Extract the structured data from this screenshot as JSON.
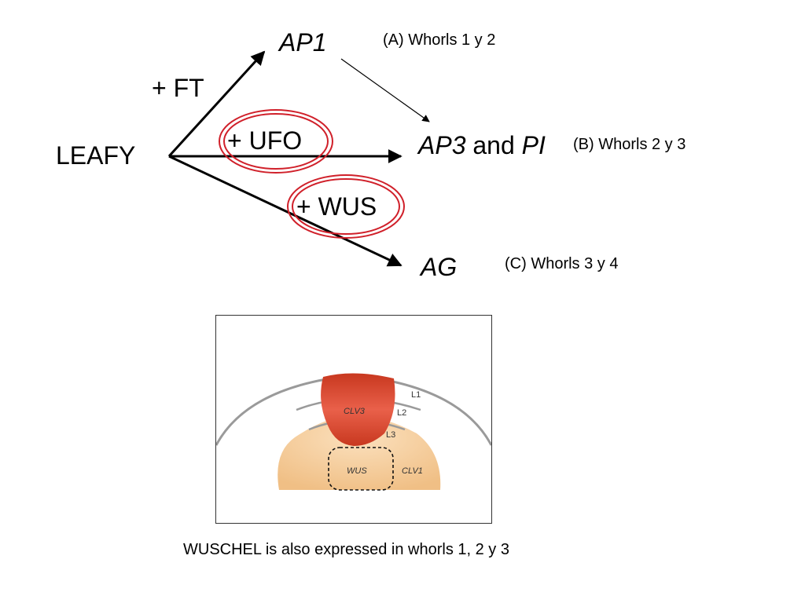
{
  "nodes": {
    "leafy": "LEAFY",
    "ap1": "AP1",
    "ap3": "AP3",
    "and": "and",
    "pi": "PI",
    "ag": "AG"
  },
  "cofactors": {
    "ft": "+ FT",
    "ufo": "+ UFO",
    "wus": "+ WUS"
  },
  "whorls": {
    "a": "(A) Whorls 1 y 2",
    "b": "(B) Whorls 2 y 3",
    "c": "(C) Whorls 3 y 4"
  },
  "meristem": {
    "l1": "L1",
    "l2": "L2",
    "l3": "L3",
    "clv3": "CLV3",
    "wus": "WUS",
    "clv1": "CLV1"
  },
  "caption": "WUSCHEL is also expressed in whorls 1, 2 y 3",
  "colors": {
    "highlight_ring": "#d0202a",
    "clv3_fill": "#e0503a",
    "clv1_fill": "#f5cd9a",
    "layer_line": "#9a9a9a"
  }
}
